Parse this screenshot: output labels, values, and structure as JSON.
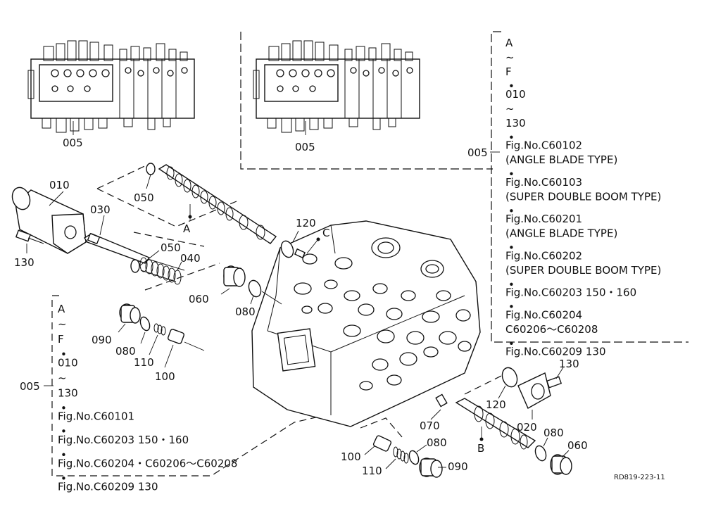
{
  "parts": {
    "p005_left": "005",
    "p005_right": "005",
    "p010": "010",
    "p030": "030",
    "p050_top": "050",
    "p050_mid": "050",
    "p040": "040",
    "p130_left": "130",
    "pA": "A",
    "p120_top": "120",
    "pC": "C",
    "p060_left": "060",
    "p080_mid": "080",
    "p090_left": "090",
    "p080_left": "080",
    "p110_left": "110",
    "p100_left": "100",
    "p130_right": "130",
    "p120_right": "120",
    "p020": "020",
    "p070": "070",
    "pB": "B",
    "p080_right": "080",
    "p060_right": "060",
    "p100_bottom": "100",
    "p080_bottom": "080",
    "p110_bottom": "110",
    "p090_bottom": "090"
  },
  "right_note": {
    "ref": "005",
    "lines": [
      "A",
      "~",
      "F",
      "•",
      "010",
      "~",
      "130",
      "•",
      "Fig.No.C60102",
      "(ANGLE BLADE TYPE)",
      "•",
      "Fig.No.C60103",
      "(SUPER DOUBLE BOOM TYPE)",
      "•",
      "Fig.No.C60201",
      "(ANGLE BLADE TYPE)",
      "•",
      "Fig.No.C60202",
      "(SUPER DOUBLE BOOM TYPE)",
      "•",
      "Fig.No.C60203  150・160",
      "•",
      "Fig.No.C60204",
      "C60206～C60208",
      "•",
      "Fig.No.C60209  130"
    ]
  },
  "left_note": {
    "ref": "005",
    "lines": [
      "A",
      "~",
      "F",
      "•",
      "010",
      "~",
      "130",
      "•",
      "Fig.No.C60101",
      "•",
      "Fig.No.C60203  150・160",
      "•",
      "Fig.No.C60204・C60206～C60208",
      "•",
      "Fig.No.C60209  130"
    ]
  },
  "drawing_code": "RD819-223-11"
}
